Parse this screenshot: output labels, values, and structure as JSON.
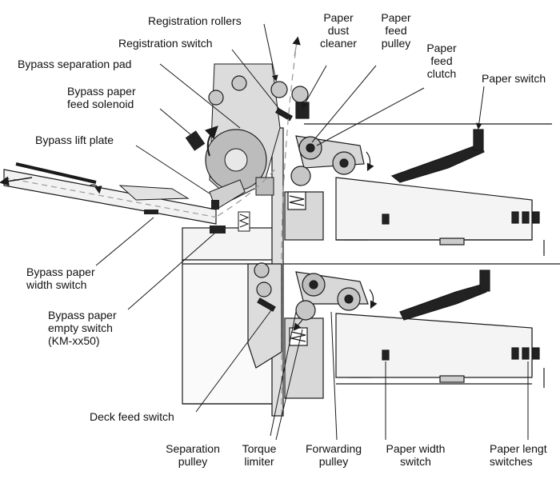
{
  "labels": {
    "registration_rollers": "Registration rollers",
    "registration_switch": "Registration switch",
    "bypass_separation_pad": "Bypass separation pad",
    "bypass_paper_feed_solenoid": "Bypass paper\nfeed solenoid",
    "bypass_lift_plate": "Bypass lift plate",
    "paper_dust_cleaner": "Paper\ndust\ncleaner",
    "paper_feed_pulley": "Paper\nfeed\npulley",
    "paper_feed_clutch": "Paper\nfeed\nclutch",
    "paper_switch": "Paper switch",
    "bypass_paper_width_switch": "Bypass paper\nwidth switch",
    "bypass_paper_empty_switch": "Bypass paper\nempty switch\n(KM-xx50)",
    "deck_feed_switch": "Deck feed switch",
    "separation_pulley": "Separation\npulley",
    "torque_limiter": "Torque\nlimiter",
    "forwarding_pulley": "Forwarding\npulley",
    "paper_width_switch": "Paper width\nswitch",
    "paper_length_switches": "Paper lengt\nswitches"
  },
  "colors": {
    "line": "#1a1a1a",
    "gray_fill": "#d4d4d4",
    "light_fill": "#ececec",
    "dark_fill": "#222222",
    "dashed": "#9a9a9a"
  }
}
